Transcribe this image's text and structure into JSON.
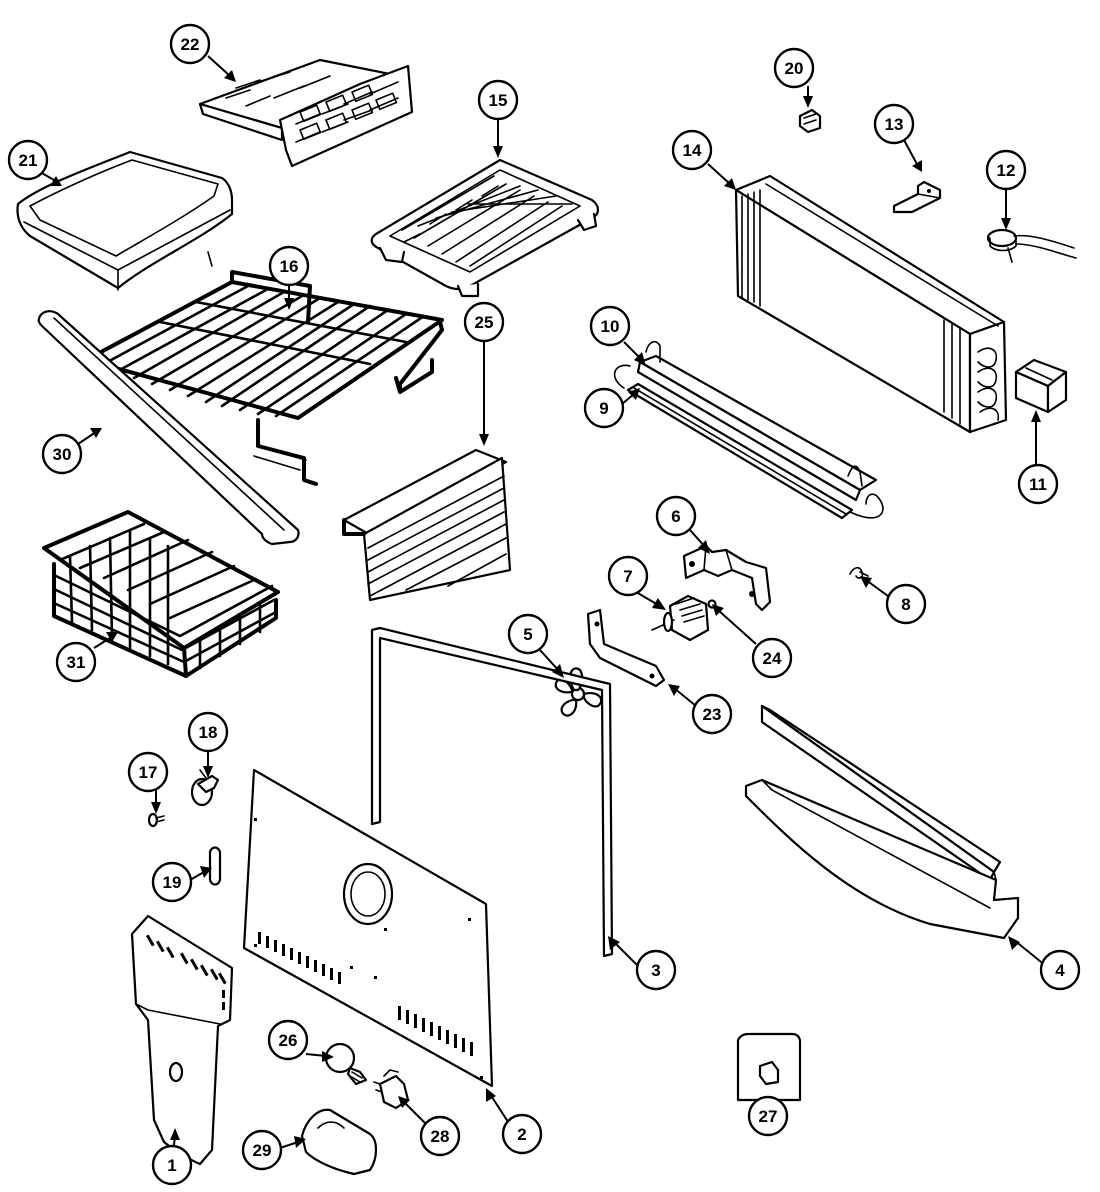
{
  "callouts": [
    {
      "id": "1",
      "label": "1"
    },
    {
      "id": "2",
      "label": "2"
    },
    {
      "id": "3",
      "label": "3"
    },
    {
      "id": "4",
      "label": "4"
    },
    {
      "id": "5",
      "label": "5"
    },
    {
      "id": "6",
      "label": "6"
    },
    {
      "id": "7",
      "label": "7"
    },
    {
      "id": "8",
      "label": "8"
    },
    {
      "id": "9",
      "label": "9"
    },
    {
      "id": "10",
      "label": "10"
    },
    {
      "id": "11",
      "label": "11"
    },
    {
      "id": "12",
      "label": "12"
    },
    {
      "id": "13",
      "label": "13"
    },
    {
      "id": "14",
      "label": "14"
    },
    {
      "id": "15",
      "label": "15"
    },
    {
      "id": "16",
      "label": "16"
    },
    {
      "id": "17",
      "label": "17"
    },
    {
      "id": "18",
      "label": "18"
    },
    {
      "id": "19",
      "label": "19"
    },
    {
      "id": "20",
      "label": "20"
    },
    {
      "id": "21",
      "label": "21"
    },
    {
      "id": "22",
      "label": "22"
    },
    {
      "id": "23",
      "label": "23"
    },
    {
      "id": "24",
      "label": "24"
    },
    {
      "id": "25",
      "label": "25"
    },
    {
      "id": "26",
      "label": "26"
    },
    {
      "id": "27",
      "label": "27"
    },
    {
      "id": "28",
      "label": "28"
    },
    {
      "id": "29",
      "label": "29"
    },
    {
      "id": "30",
      "label": "30"
    },
    {
      "id": "31",
      "label": "31"
    }
  ],
  "colors": {
    "ink": "#000000",
    "paper": "#ffffff"
  }
}
